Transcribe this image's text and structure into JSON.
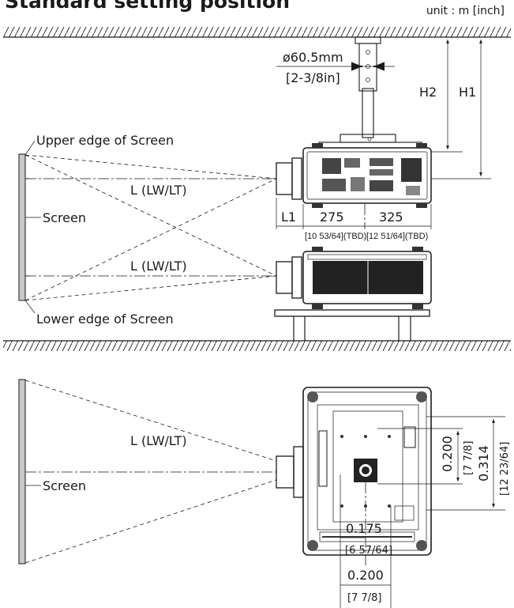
{
  "title": "Standard setting position",
  "unit": "unit : m [inch]",
  "pipe": {
    "diameter": "ø60.5mm",
    "diameter_inch": "[2-3/8in]"
  },
  "side_view": {
    "upper_edge": "Upper edge of Screen",
    "lower_edge": "Lower edge of Screen",
    "screen": "Screen",
    "throw_label_top": "L (LW/LT)",
    "throw_label_bottom": "L (LW/LT)",
    "h1": "H1",
    "h2": "H2",
    "l1": "L1",
    "dim_front": "275",
    "dim_rear": "325",
    "dim_front_inch": "[10 53/64](TBD)",
    "dim_rear_inch": "[12 51/64](TBD)"
  },
  "top_view": {
    "screen": "Screen",
    "throw_label": "L (LW/LT)",
    "dim_a": "0.200",
    "dim_a_inch": "[7 7/8]",
    "dim_b": "0.314",
    "dim_b_inch": "[12 23/64]",
    "dim_c": "0.175",
    "dim_c_inch": "[6 57/64]",
    "dim_d": "0.200",
    "dim_d_inch": "[7 7/8]"
  }
}
